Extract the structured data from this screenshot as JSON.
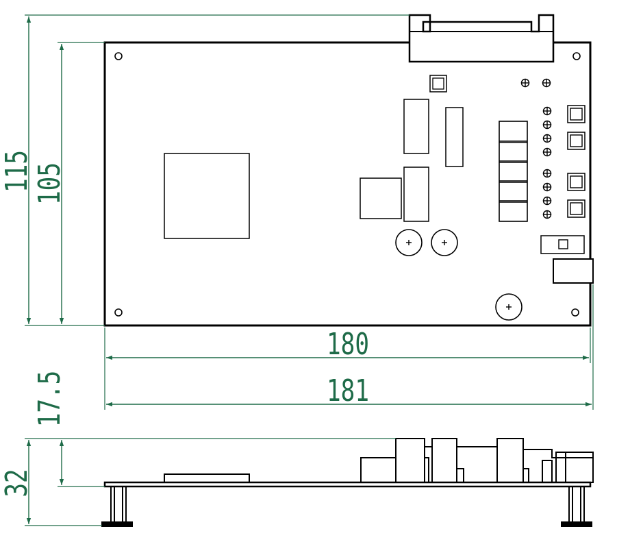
{
  "dimensions": {
    "board_height_total": "115",
    "board_height_pcb": "105",
    "board_width_pcb": "180",
    "board_width_total": "181",
    "side_height_components": "17.5",
    "side_height_total": "32"
  },
  "colors": {
    "dimension": "#1e6b48",
    "outline": "#000000",
    "background": "#ffffff"
  }
}
